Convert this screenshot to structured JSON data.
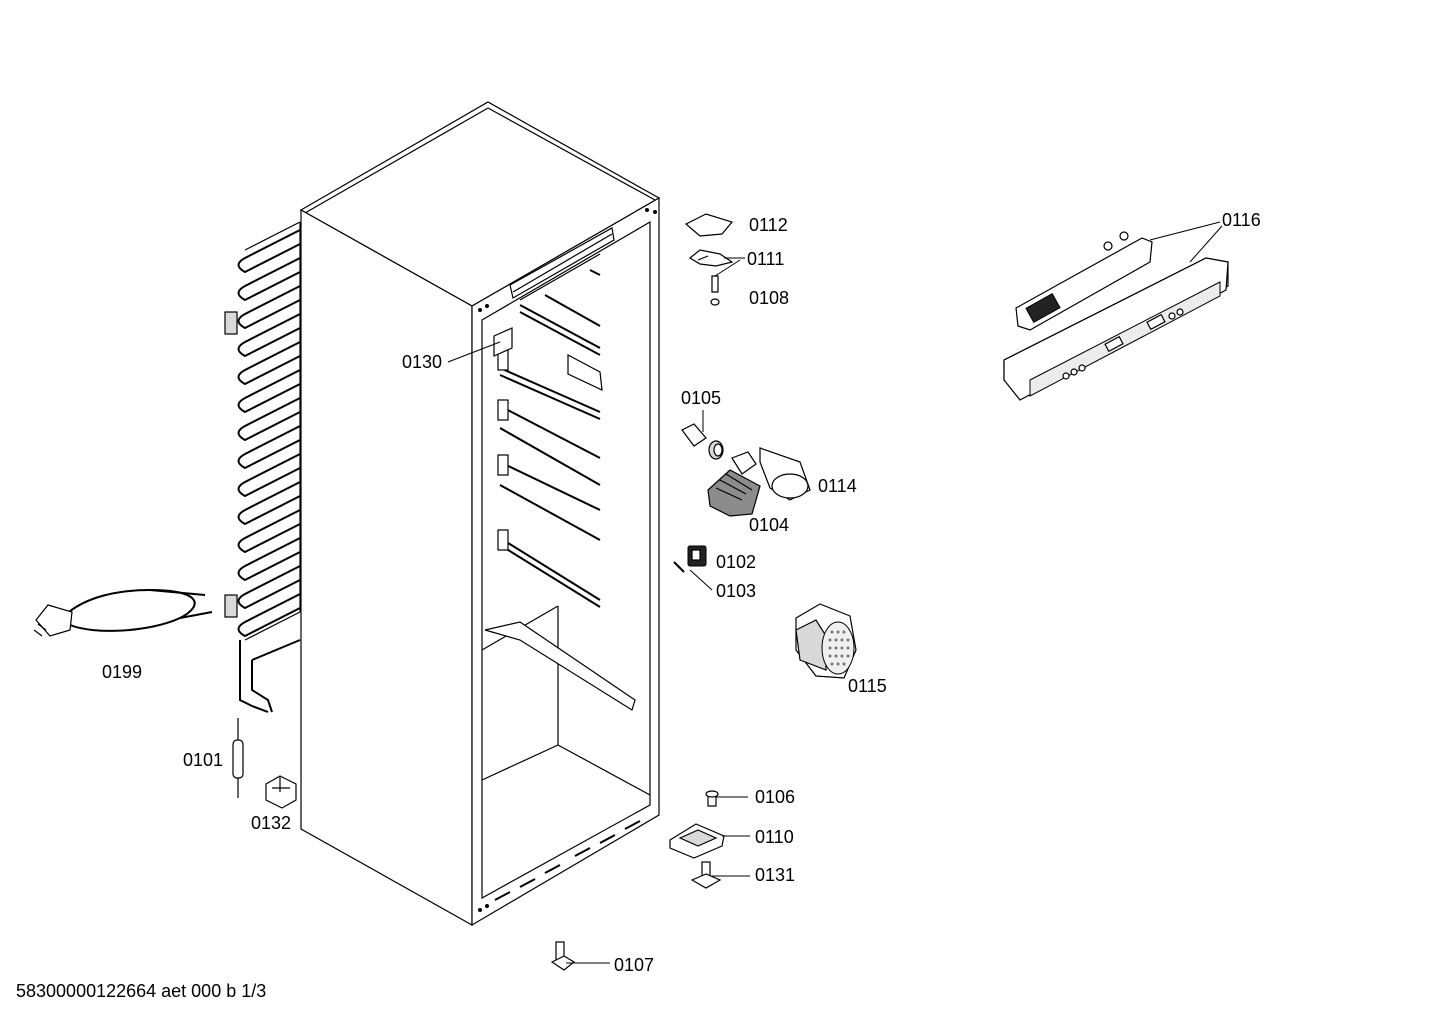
{
  "diagram": {
    "footer": "58300000122664 aet 000 b 1/3",
    "labels": {
      "p0112": "0112",
      "p0111": "0111",
      "p0108": "0108",
      "p0116": "0116",
      "p0130": "0130",
      "p0105": "0105",
      "p0114": "0114",
      "p0104": "0104",
      "p0102": "0102",
      "p0103": "0103",
      "p0115": "0115",
      "p0199": "0199",
      "p0101": "0101",
      "p0132": "0132",
      "p0106": "0106",
      "p0110": "0110",
      "p0131": "0131",
      "p0107": "0107"
    }
  }
}
